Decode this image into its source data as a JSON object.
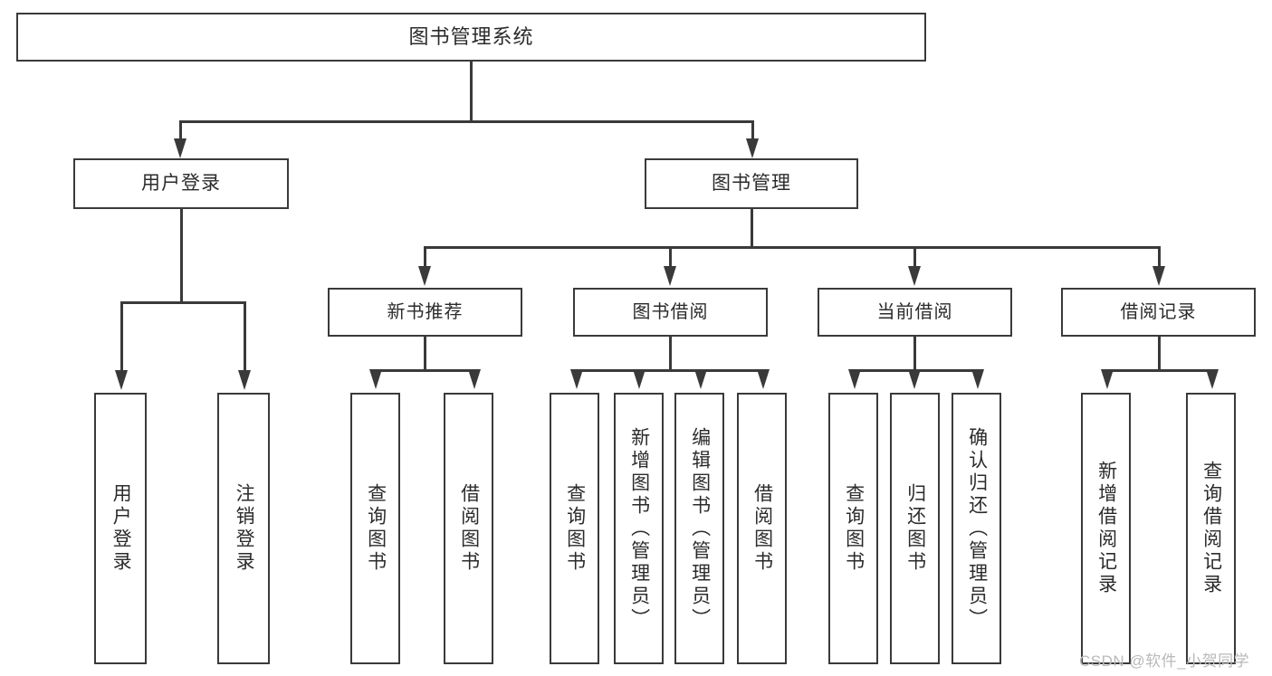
{
  "diagram": {
    "title": "图书管理系统",
    "type": "org-chart",
    "root": {
      "label": "图书管理系统"
    },
    "level1": [
      {
        "label": "用户登录"
      },
      {
        "label": "图书管理"
      }
    ],
    "level2": [
      {
        "label": "新书推荐"
      },
      {
        "label": "图书借阅"
      },
      {
        "label": "当前借阅"
      },
      {
        "label": "借阅记录"
      }
    ],
    "leaves": {
      "user_login": [
        {
          "label": "用户登录"
        },
        {
          "label": "注销登录"
        }
      ],
      "new_book_recommend": [
        {
          "label": "查询图书"
        },
        {
          "label": "借阅图书"
        }
      ],
      "book_borrow": [
        {
          "label": "查询图书"
        },
        {
          "label": "新增图书（管理员）"
        },
        {
          "label": "编辑图书（管理员）"
        },
        {
          "label": "借阅图书"
        }
      ],
      "current_borrow": [
        {
          "label": "查询图书"
        },
        {
          "label": "归还图书"
        },
        {
          "label": "确认归还（管理员）"
        }
      ],
      "borrow_record": [
        {
          "label": "新增借阅记录"
        },
        {
          "label": "查询借阅记录"
        }
      ]
    }
  },
  "watermark": {
    "text": "CSDN @软件_小贺同学"
  },
  "colors": {
    "stroke": "#3a3a3a",
    "text": "#2b2b2b",
    "background": "#ffffff",
    "watermark": "#b9b9b9"
  }
}
